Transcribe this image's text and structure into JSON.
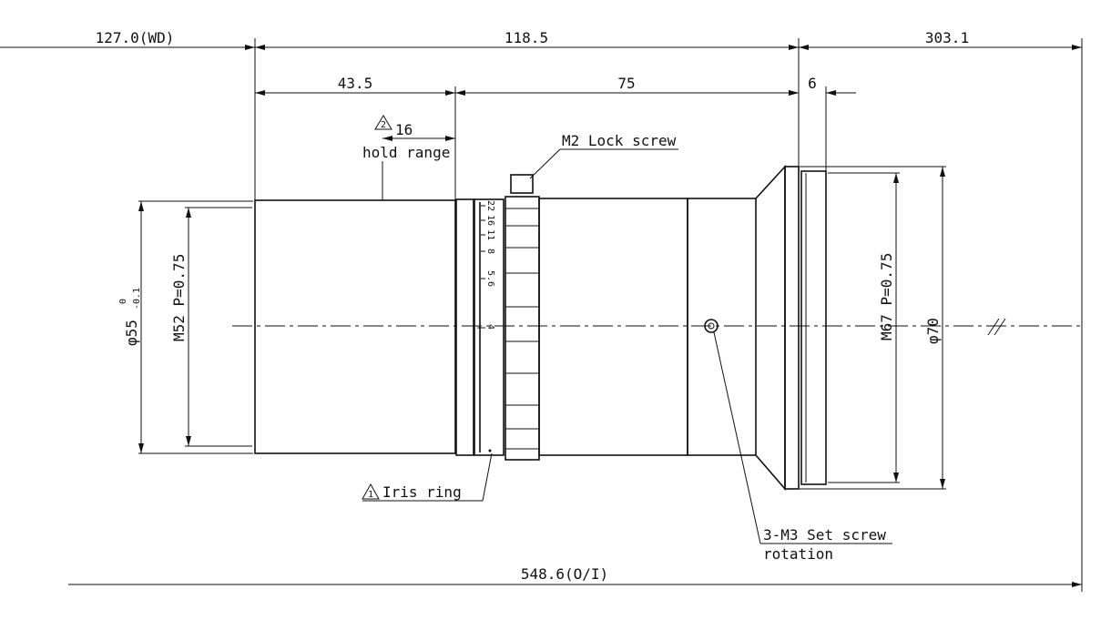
{
  "title": "Lens outline drawing",
  "dimensions": {
    "working_distance": "127.0(WD)",
    "lens_length": "118.5",
    "flange_back": "303.1",
    "hold_section": "43.5",
    "body_section": "75",
    "thread_depth": "6",
    "total_length": "548.6(O/I)",
    "outer_diameter_rear": "φ55",
    "tolerance_upper": "0",
    "tolerance_lower": "-0.1",
    "rear_thread": "M52 P=0.75",
    "front_thread": "M67 P=0.75",
    "front_diameter": "φ70"
  },
  "annotations": {
    "hold_note_number": "2",
    "hold_value": "16",
    "hold_label": "hold range",
    "lock_screw": "M2 Lock screw",
    "iris_note_number": "1",
    "iris_label": "Iris ring",
    "set_screw": "3-M3 Set screw",
    "set_screw_sub": "rotation"
  },
  "aperture_scale": [
    "22",
    "16",
    "11",
    "8",
    "5.6",
    "4"
  ]
}
